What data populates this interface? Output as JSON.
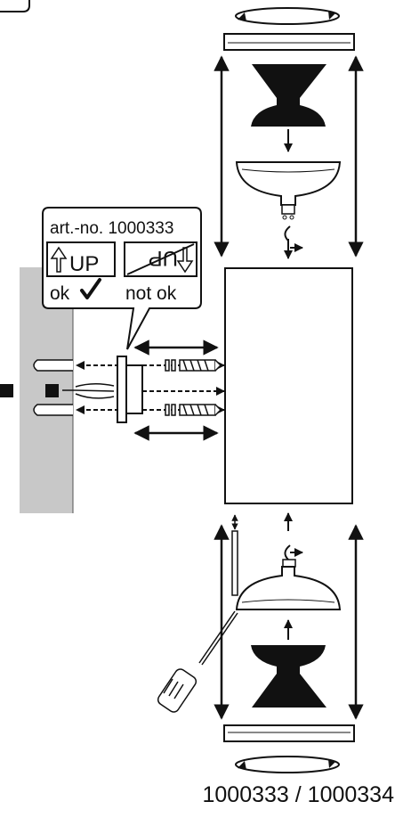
{
  "callout": {
    "art_no": "art.-no. 1000333",
    "up_label": "UP",
    "ok_label": "ok",
    "not_ok_label": "not ok"
  },
  "footer": {
    "code": "1000333 / 1000334"
  },
  "icons": [
    "rotate-arrows-icon",
    "screwdriver-icon",
    "check-mark-icon",
    "up-arrow-icon",
    "down-arrow-icon",
    "lamp-bulb-icon",
    "lamp-shade-icon"
  ],
  "colors": {
    "wall": "#c8c8c8",
    "ink": "#111111",
    "paper": "#ffffff"
  }
}
